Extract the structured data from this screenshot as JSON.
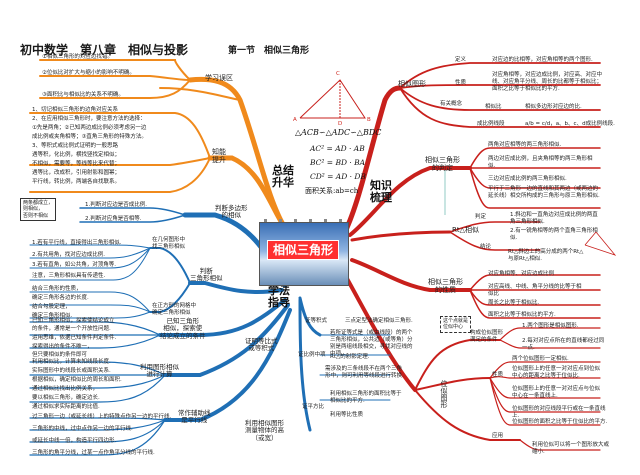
{
  "header": {
    "title": "初中数学　第八章　相似与投影",
    "subtitle": "第一节　相似三角形"
  },
  "center": {
    "label": "相似三角形"
  },
  "main_branches": {
    "summary": "总结\n升华",
    "knowledge": "知识\n梳理",
    "method": "学法\n指导"
  },
  "summary": {
    "review": {
      "label": "学习误区",
      "items": [
        "①相似三角形的对应边找错。",
        "②位似比对扩大与缩小的影响不明确。",
        "③面积比与相似比的关系不明确。"
      ]
    },
    "improve": {
      "label": "知能\n提升",
      "items": [
        "1、切记相似三角形的边角对应关系",
        "2、在应用相似三角形时，要注意方法的选择：",
        "①先是两角；②已知两边成比例必须考虑另一边",
        "成比例或夹角相等；③直角三角形的特殊方法。",
        "3、等积式或比例式证明的一般思路",
        "遇等积，化比例，横找竖找定相似；",
        "不相似，需要等，等线等比来代替；",
        "遇等比，改成积，引用射影和圆幂；",
        "平行线，转比例，两端各自找联系。"
      ]
    }
  },
  "triangle_figure": {
    "labels": [
      "A",
      "B",
      "C",
      "D"
    ]
  },
  "formulas": {
    "similar": "△ACB∽△ADC∽△BDC",
    "ac2_lhs": "AC² = AD · AB",
    "bc2_lhs": "BC² = BD · BA",
    "cd2_lhs": "CD² = AD · DB",
    "area": "面积关系:ab=ch"
  },
  "knowledge": {
    "similar_figures": {
      "label": "相似图形",
      "items": [
        {
          "key": "定义",
          "text": "对应边的比相等，对应角相等的两个图形."
        },
        {
          "key": "性质",
          "text": "对应角相等，对应边成比例，对应高、对应中线、对应角平分线、周长的比都等于相似比；面积之比等于相似比的平方."
        },
        {
          "key": "相似比",
          "text": "相似多边形对应边的比."
        },
        {
          "key": "成比例线段",
          "text": "a/b = c/d，a、b、c、d成比例线段."
        }
      ],
      "related": "有关概念"
    },
    "judgement": {
      "label": "相似三角形\n的判定",
      "items": [
        "两角对应相等的两三角形相似.",
        "两边对应成比例，且夹角相等的两三角形相似.",
        "三边对应成比例的两三角形相似.",
        "平行于三角形一边的直线和其两边（或两边的延长线）相交所构成的三角形与原三角形相似."
      ]
    },
    "right_triangle": {
      "label": "Rt△相似",
      "judge": "判定",
      "conclusion": "结论",
      "items": [
        "1.斜边和一直角边对应成比例的两直角三角形相似.",
        "2.有一锐角相等的两个直角三角形相似.",
        "Rt△斜边上的高分成的两个Rt△与原Rt△相似."
      ]
    },
    "properties": {
      "label": "相似三角形\n的性质",
      "items": [
        "对应角相等、对应边成比例",
        "对应高线、中线、角平分线的比等于相似比",
        "周长之比等于相似比.",
        "面积之比等于相似比的平方."
      ]
    },
    "dashed_note": "这个点就是\n位似中心",
    "homothety": {
      "label": "位似图形",
      "condition": "构成位似图形\n满足的条件",
      "cond_items": [
        "1.两个图形是相似图形.",
        "2.每对对应点所在的直线都经过同一点."
      ],
      "nature": "性质",
      "nature_items": [
        "两个位似图形一定相似.",
        "位似图形上的任意一对对应点到位似中心的距离之比等于位似比.",
        "位似图形上的任意一对对应点与位似中心在一条直线上.",
        "位似图形的对应线段平行或在一条直线上.",
        "位似图形的面积之比等于位似比的平方."
      ],
      "application": "应用",
      "app_items": [
        "利用位似可以将一个图形放大或缩小."
      ]
    }
  },
  "method": {
    "judge_polygon": {
      "label": "判断多边形\n的相似",
      "items": [
        "1.判断对应边是否成比例.",
        "2.判断对应角是否相等."
      ],
      "note": "两条都成立，\n则相似，\n否则不相似"
    },
    "judge_triangle": {
      "label": "判断\n三角形相似",
      "sub1": "在几何图形中\n找三角形相似",
      "sub1_items": [
        "1.若有平行线，直接得出三角形相似.",
        "2.有共用角，找对应边成比例.",
        "3.若有直角，如公共角，对顶角等.",
        "注意，三角形相似具有传递性."
      ],
      "sub2": "在正方形的网格中\n确定三角形相似",
      "sub2_items": [
        "结合三角形的性质，",
        "确定三角形各边的长度.",
        "结合勾股定理，",
        "确定三角形相似."
      ]
    },
    "known": {
      "label": "已知三角形\n相似，探索使\n结论成立的条件",
      "items": [
        "已知三角形相似，探索使结论成立",
        "的条件，通常是一个开放性问题.",
        "运用思维，依据已知条件判定条件.",
        "探索得出的条件不唯一，",
        "但只要相似的条件即可"
      ]
    },
    "compute": {
      "label": "利用图形相似\n进行计算",
      "items": [
        "利用相似比，计算未知线段长度.",
        "实际图形中的线段长或面积关系.",
        "根据相似，确定相似比的周长和面积.",
        "通过相似比找出比例关系，",
        "要以相似三角形，确定边长.",
        "通过相似求实际距离的比值."
      ]
    },
    "parallel": {
      "label": "常作辅助线\n是平行线",
      "items": [
        "过三角形一边（或延长线）上的特殊点作另一边的平行线.",
        "三角形的中线，过中点作另一边的平行线.",
        "或延长中线一倍，构造平行四边形.",
        "三角形的角平分线，过某一点作角平分线的平行线."
      ]
    },
    "proof": {
      "label": "证明等比式\n或等积式",
      "k1": "证等积式",
      "k1_text": "三点定型法确定相似三角形.",
      "k2": "证比例中项",
      "k2_text": "若所证等式是（或由线段）的两个三角形相似，公共边（或等角）分别是两组线段相交，寻找对应线的中项.",
      "k3": "Rt△的射影定理.",
      "k4": "需涉及的三条线段不在两个三角形中，则可利用等线段进行转换.",
      "k5": "证平方比",
      "k5_text": "利用相似三角形的面积比等于相似比的平方.",
      "k6": "利用等比性质"
    },
    "height": {
      "label": "利用相似图形\n测量物体的高\n（或宽）"
    }
  },
  "colors": {
    "orange": "#f08a1c",
    "blue": "#1f6fb5",
    "red": "#c8201c",
    "teal": "#4aa8a0"
  }
}
